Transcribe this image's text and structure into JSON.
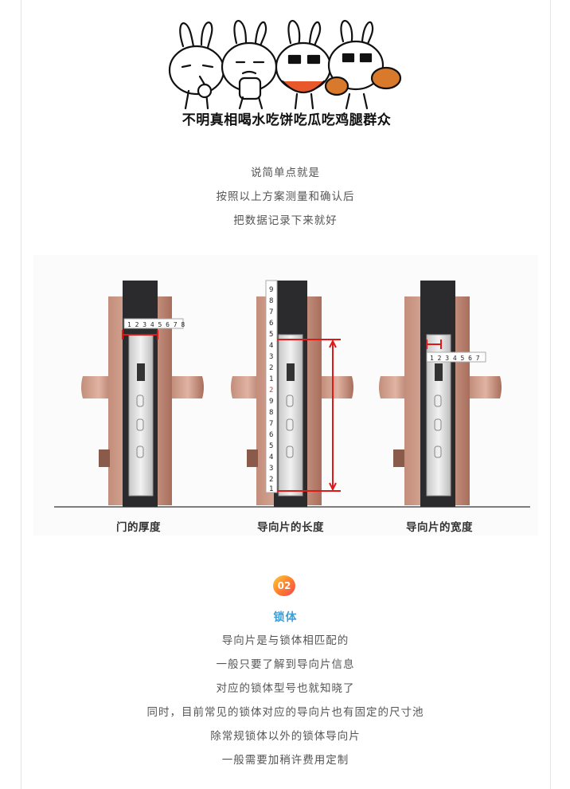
{
  "meme": {
    "caption": "不明真相喝水吃饼吃瓜吃鸡腿群众"
  },
  "intro_lines": [
    "说简单点就是",
    "按照以上方案测量和确认后",
    "把数据记录下来就好"
  ],
  "diagram": {
    "captions": [
      "门的厚度",
      "导向片的长度",
      "导向片的宽度"
    ],
    "ruler_digits_horizontal": [
      "1",
      "2",
      "3",
      "4",
      "5",
      "6",
      "7",
      "8"
    ],
    "ruler_digits_vertical": [
      "9",
      "8",
      "7",
      "6",
      "5",
      "4",
      "3",
      "2",
      "1",
      "2",
      "9",
      "8",
      "7",
      "6",
      "5",
      "4",
      "3",
      "2",
      "1"
    ],
    "ruler_digits_small": [
      "1",
      "2",
      "3",
      "4",
      "5",
      "6",
      "7"
    ],
    "colors": {
      "door_copper": "#b97f6c",
      "door_dark": "#2b2a2c",
      "plate": "#dcdcdc",
      "measure_red": "#e01818"
    }
  },
  "section": {
    "badge": "02",
    "title": "锁体",
    "lines": [
      "导向片是与锁体相匹配的",
      "一般只要了解到导向片信息",
      "对应的锁体型号也就知晓了",
      "同时，目前常见的锁体对应的导向片也有固定的尺寸池",
      "除常规锁体以外的锁体导向片",
      "一般需要加稍许费用定制"
    ]
  }
}
